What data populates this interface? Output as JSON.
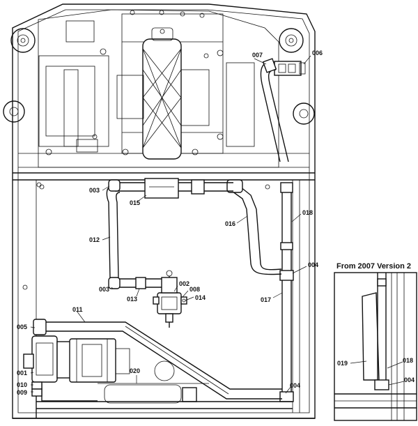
{
  "inset": {
    "title": "From 2007 Version 2"
  },
  "labels": {
    "p003a": "003",
    "p015": "015",
    "p012": "012",
    "p016": "016",
    "p018": "018",
    "p004a": "004",
    "p003b": "003",
    "p013": "013",
    "p002": "002",
    "p008": "008",
    "p014": "014",
    "p017": "017",
    "p011": "011",
    "p005": "005",
    "p001": "001",
    "p010": "010",
    "p009": "009",
    "p020": "020",
    "p004b": "004",
    "p007": "007",
    "p006": "006",
    "i019": "019",
    "i018": "018",
    "i004": "004"
  }
}
